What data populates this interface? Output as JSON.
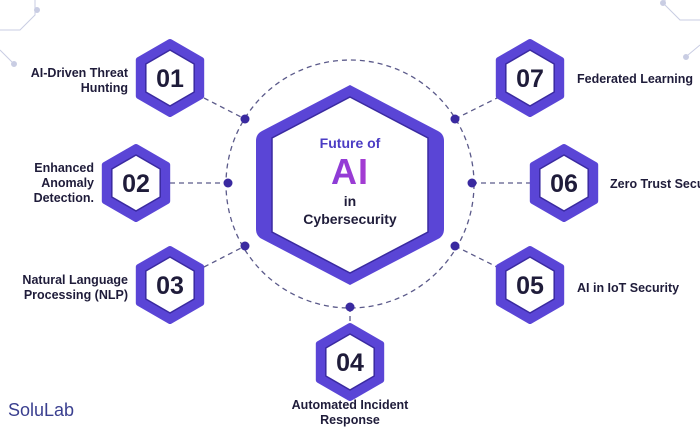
{
  "center": {
    "line1": "Future of",
    "line2": "AI",
    "line3": "in",
    "line4": "Cybersecurity"
  },
  "nodes": [
    {
      "number": "01",
      "label": [
        "AI-Driven Threat",
        "Hunting"
      ]
    },
    {
      "number": "02",
      "label": [
        "Enhanced",
        "Anomaly",
        "Detection."
      ]
    },
    {
      "number": "03",
      "label": [
        "Natural Language",
        "Processing (NLP)"
      ]
    },
    {
      "number": "04",
      "label": [
        "Automated Incident",
        "Response"
      ]
    },
    {
      "number": "05",
      "label": [
        "AI in IoT Security"
      ]
    },
    {
      "number": "06",
      "label": [
        "Zero Trust Secu"
      ]
    },
    {
      "number": "07",
      "label": [
        "Federated Learning"
      ]
    }
  ],
  "logo": "SoluLab",
  "colors": {
    "primary": "#5a45d6",
    "dark": "#3a2aa0",
    "text": "#1f1c3a"
  }
}
